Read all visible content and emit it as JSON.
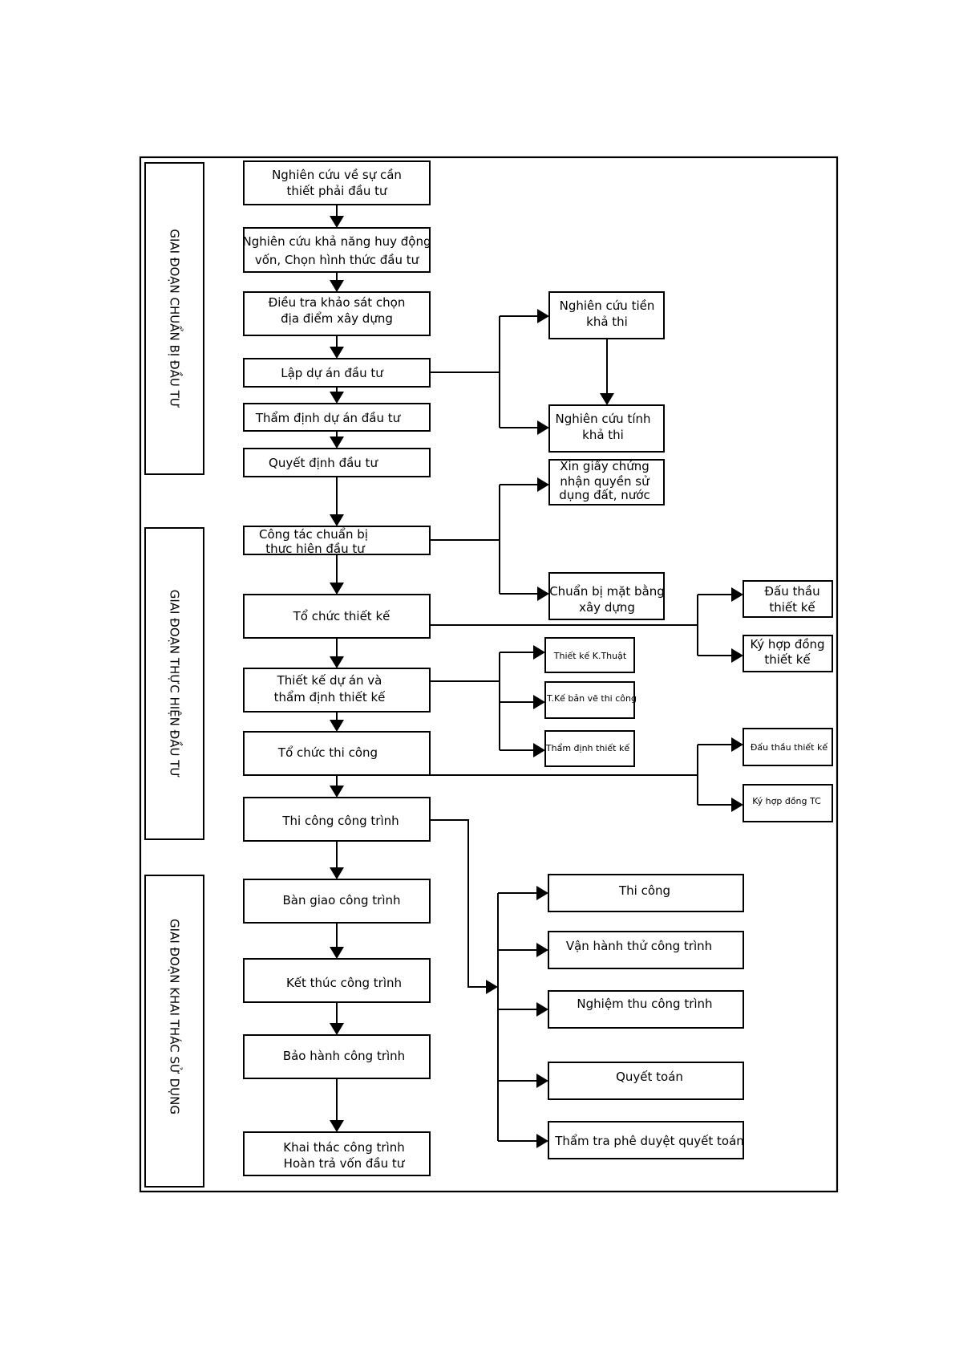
{
  "phases": {
    "preparation": "GIAI ĐOẠN CHUẨN BỊ ĐẦU TƯ",
    "implementation": "GIAI ĐOẠN THỰC HIỆN ĐẦU TƯ",
    "operation": "GIAI ĐOẠN KHAI THÁC SỬ DỤNG"
  },
  "main_steps": {
    "research_need": [
      "Nghiên cứu về sự cần",
      "thiết phải đầu tư"
    ],
    "capital_research": [
      "Nghiên cứu khả năng huy động",
      "vốn, Chọn hình thức đầu tư"
    ],
    "site_survey": [
      "Điều tra khảo sát chọn",
      "địa điểm xây dựng"
    ],
    "project_setup": "Lập dự án đầu tư",
    "project_appraisal": "Thẩm định dự án đầu tư",
    "investment_decision": "Quyết định đầu tư",
    "implementation_prep": [
      "Công tác chuẩn bị",
      "thực hiện đầu tư"
    ],
    "design_organization": "Tổ chức thiết kế",
    "design_appraisal": [
      "Thiết kế dự án và",
      "thẩm định thiết kế"
    ],
    "construction_organization": "Tổ chức thi công",
    "construction": "Thi công công trình",
    "handover": "Bàn giao công trình",
    "completion": "Kết thúc công trình",
    "warranty": "Bảo hành công trình",
    "exploitation": [
      "Khai thác công trình",
      "Hoàn trả vốn đầu tư"
    ]
  },
  "side_steps": {
    "prefeasibility": [
      "Nghiên cứu tiền",
      "khả thi"
    ],
    "feasibility": [
      "Nghiên cứu tính",
      "khả thi"
    ],
    "land_certificate": [
      "Xin giấy chứng",
      "nhận quyền sử",
      "dụng đất, nước"
    ],
    "site_clearance": [
      "Chuẩn bị mặt bằng",
      "xây dựng"
    ],
    "design_tender": [
      "Đấu thầu",
      "thiết kế"
    ],
    "design_contract": [
      "Ký hợp đồng",
      "thiết kế"
    ],
    "technical_design": "Thiết kế K.Thuật",
    "construction_drawing": "T.Kế bản vẽ thi công",
    "design_review": "Thẩm định thiết kế",
    "construction_tender": "Đấu thầu thiết kế",
    "construction_contract": "Ký hợp đồng TC",
    "build": "Thi công",
    "trial_operation": "Vận hành thử công trình",
    "acceptance": "Nghiệm thu công trình",
    "settlement": "Quyết toán",
    "settlement_review": "Thẩm tra phê duyệt quyết toán"
  }
}
